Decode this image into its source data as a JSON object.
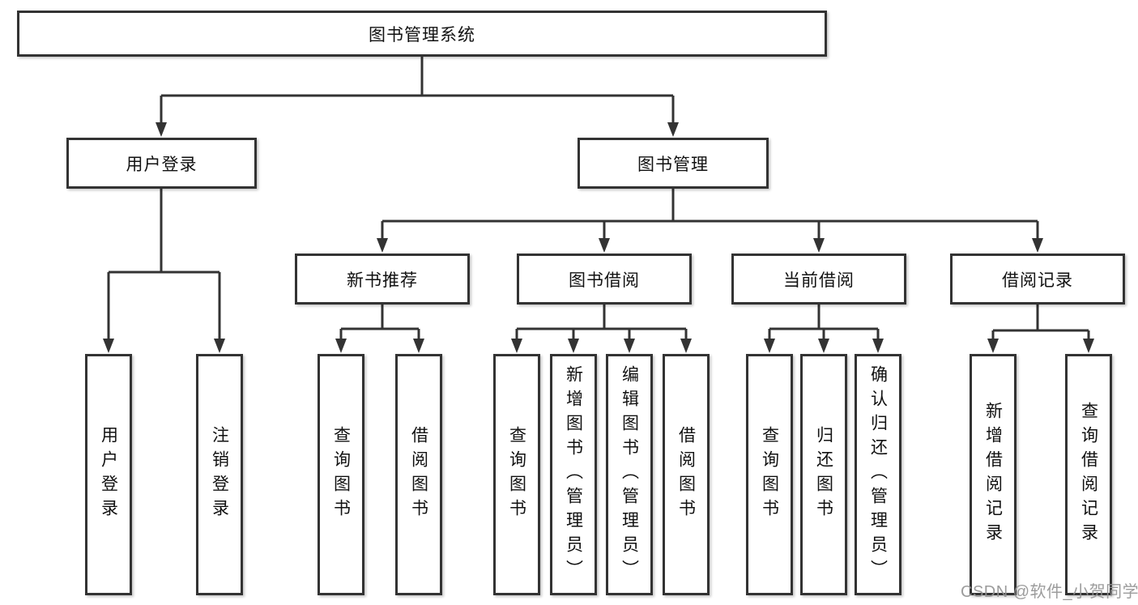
{
  "diagram": {
    "root": {
      "label": "图书管理系统"
    },
    "level2": {
      "user_login": {
        "label": "用户登录"
      },
      "book_management": {
        "label": "图书管理"
      }
    },
    "level3": {
      "new_book_recommend": {
        "label": "新书推荐"
      },
      "book_borrow": {
        "label": "图书借阅"
      },
      "current_borrow": {
        "label": "当前借阅"
      },
      "borrow_records": {
        "label": "借阅记录"
      }
    },
    "leaves": {
      "user_login": {
        "label": "用户登录"
      },
      "logout": {
        "label": "注销登录"
      },
      "query_books_1": {
        "label": "查询图书"
      },
      "borrow_books_1": {
        "label": "借阅图书"
      },
      "query_books_2": {
        "label": "查询图书"
      },
      "add_book_admin": {
        "label": "新增图书（管理员）"
      },
      "edit_book_admin": {
        "label": "编辑图书（管理员）"
      },
      "borrow_books_2": {
        "label": "借阅图书"
      },
      "query_books_3": {
        "label": "查询图书"
      },
      "return_book": {
        "label": "归还图书"
      },
      "confirm_return_admin": {
        "label": "确认归还（管理员）"
      },
      "add_borrow_record": {
        "label": "新增借阅记录"
      },
      "query_borrow_record": {
        "label": "查询借阅记录"
      }
    }
  },
  "watermark": {
    "text": "CSDN @软件_小贺同学"
  },
  "colors": {
    "line": "#333333",
    "box_border": "#333333",
    "text": "#111111",
    "watermark": "#949494",
    "background": "#ffffff"
  }
}
